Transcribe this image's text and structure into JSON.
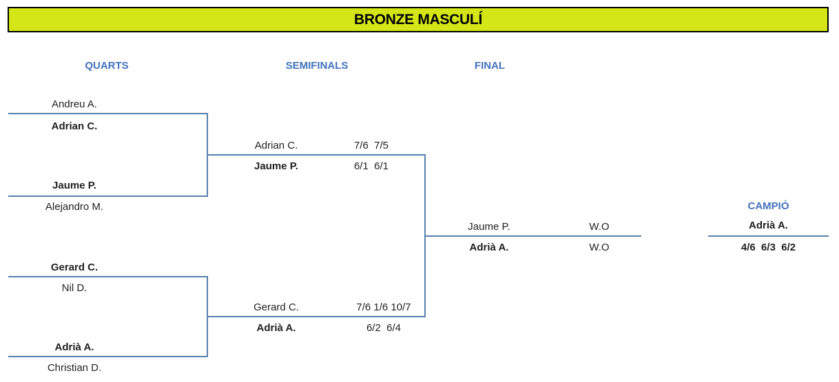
{
  "title": "BRONZE MASCULÍ",
  "round_headers": {
    "quarts": "QUARTS",
    "semifinals": "SEMIFINALS",
    "final": "FINAL"
  },
  "quarterfinals": {
    "match1": {
      "player_top": "Andreu A.",
      "player_bottom": "Adrian C."
    },
    "match2": {
      "player_top": "Jaume P.",
      "player_bottom": "Alejandro M."
    },
    "match3": {
      "player_top": "Gerard C.",
      "player_bottom": "Nil D."
    },
    "match4": {
      "player_top": "Adrià A.",
      "player_bottom": "Christian D."
    }
  },
  "semifinals": {
    "match1": {
      "player_top": "Adrian C.",
      "score_top": "7/6  7/5",
      "player_bottom": "Jaume P.",
      "score_bottom": "6/1  6/1"
    },
    "match2": {
      "player_top": "Gerard C.",
      "score_top": "7/6 1/6 10/7",
      "player_bottom": "Adrià A.",
      "score_bottom": "6/2  6/4"
    }
  },
  "final": {
    "player_top": "Jaume P.",
    "score_top": "W.O",
    "player_bottom": "Adrià A.",
    "score_bottom": "W.O"
  },
  "champion": {
    "label": "CAMPIÓ",
    "name": "Adrià A.",
    "score": "4/6  6/3  6/2"
  },
  "colors": {
    "banner_bg": "#d5e617",
    "accent_blue": "#4272bb",
    "line_blue": "#5580ad"
  }
}
